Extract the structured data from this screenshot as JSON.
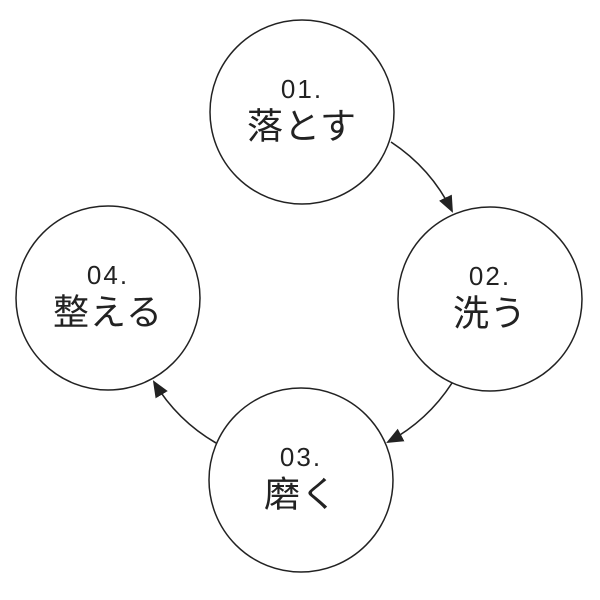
{
  "colors": {
    "ink": "#222222",
    "background": "#ffffff"
  },
  "steps": [
    {
      "id": "01",
      "number": "01.",
      "label": "落とす",
      "position": "top"
    },
    {
      "id": "02",
      "number": "02.",
      "label": "洗う",
      "position": "right"
    },
    {
      "id": "03",
      "number": "03.",
      "label": "磨く",
      "position": "bottom"
    },
    {
      "id": "04",
      "number": "04.",
      "label": "整える",
      "position": "left"
    }
  ],
  "arrows": [
    {
      "from": "01",
      "to": "02"
    },
    {
      "from": "02",
      "to": "03"
    },
    {
      "from": "03",
      "to": "04"
    }
  ]
}
